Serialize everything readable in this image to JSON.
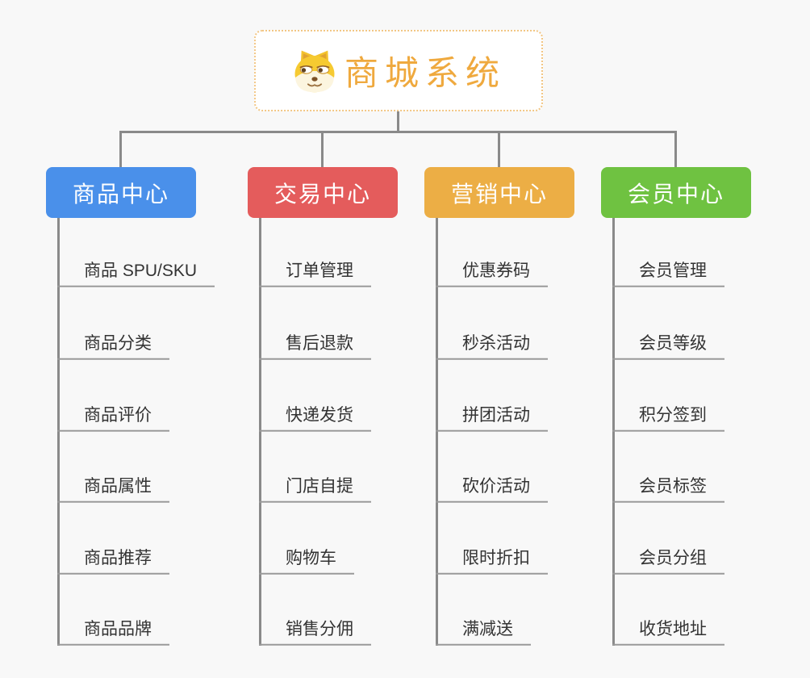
{
  "root": {
    "title": "商城系统",
    "icon": "doge-icon"
  },
  "branches": [
    {
      "label": "商品中心",
      "color": "#4a90ea",
      "children": [
        "商品 SPU/SKU",
        "商品分类",
        "商品评价",
        "商品属性",
        "商品推荐",
        "商品品牌"
      ]
    },
    {
      "label": "交易中心",
      "color": "#e45c5c",
      "children": [
        "订单管理",
        "售后退款",
        "快递发货",
        "门店自提",
        "购物车",
        "销售分佣"
      ]
    },
    {
      "label": "营销中心",
      "color": "#ecae45",
      "children": [
        "优惠券码",
        "秒杀活动",
        "拼团活动",
        "砍价活动",
        "限时折扣",
        "满减送"
      ]
    },
    {
      "label": "会员中心",
      "color": "#6fc241",
      "children": [
        "会员管理",
        "会员等级",
        "积分签到",
        "会员标签",
        "会员分组",
        "收货地址"
      ]
    }
  ],
  "theme": {
    "background": "#f8f8f8",
    "connector_color": "#8a8a8a",
    "underline_color": "#9a9a9a",
    "root_border_color": "#f2c684",
    "root_title_color": "#efa93e",
    "child_text_color": "#333333"
  }
}
